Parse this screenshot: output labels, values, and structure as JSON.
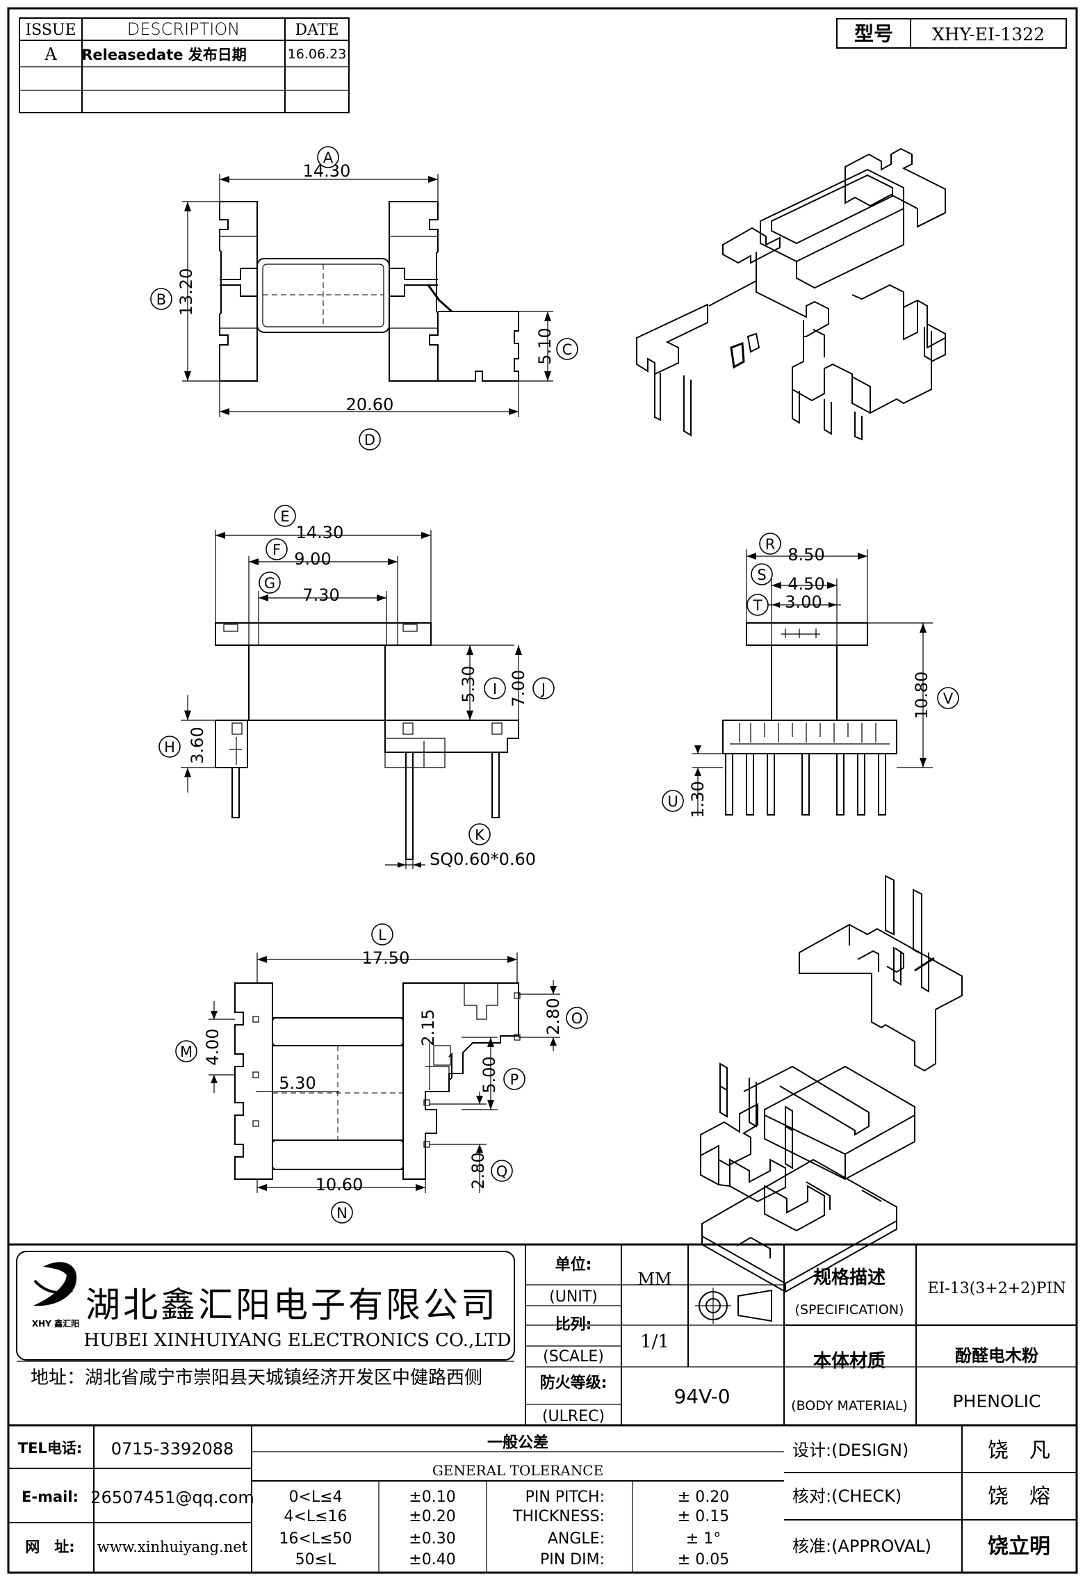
{
  "revision_table": {
    "headers": {
      "issue": "ISSUE",
      "description": "DESCRIPTION",
      "date": "DATE"
    },
    "rows": [
      {
        "issue": "A",
        "description": "Releasedate 发布日期",
        "date": "16.06.23"
      }
    ]
  },
  "model": {
    "label": "型号",
    "value": "XHY-EI-1322"
  },
  "views": {
    "top": {
      "dims": {
        "A": "14.30",
        "B": "13.20",
        "C": "5.10",
        "D": "20.60"
      },
      "markers": {
        "A": "A",
        "B": "B",
        "C": "C",
        "D": "D"
      }
    },
    "front": {
      "dims": {
        "E": "14.30",
        "F": "9.00",
        "G": "7.30",
        "H": "3.60",
        "I": "5.30",
        "J": "7.00",
        "K": "SQ0.60*0.60"
      },
      "markers": {
        "E": "E",
        "F": "F",
        "G": "G",
        "H": "H",
        "I": "I",
        "J": "J",
        "K": "K"
      }
    },
    "side": {
      "dims": {
        "R": "8.50",
        "S": "4.50",
        "T": "3.00",
        "U": "1.30",
        "V": "10.80"
      },
      "markers": {
        "R": "R",
        "S": "S",
        "T": "T",
        "U": "U",
        "V": "V"
      }
    },
    "bottom": {
      "dims": {
        "L": "17.50",
        "M": "4.00",
        "mid": "5.30",
        "tab": "2.15",
        "N": "10.60",
        "O": "2.80",
        "P": "5.00",
        "Q": "2.80"
      },
      "markers": {
        "L": "L",
        "M": "M",
        "N": "N",
        "O": "O",
        "P": "P",
        "Q": "Q"
      }
    }
  },
  "company": {
    "name_cn": "湖北鑫汇阳电子有限公司",
    "name_en": "HUBEI XINHUIYANG ELECTRONICS CO.,LTD",
    "address": "地址：湖北省咸宁市崇阳县天城镇经济开发区中健路西侧",
    "logo_text": "XHY 鑫汇阳",
    "tel_label": "TEL电话:",
    "tel": "0715-3392088",
    "email_label": "E-mail:",
    "email": "26507451@qq.com",
    "web_label": "网　址:",
    "web": "www.xinhuiyang.net"
  },
  "specs": {
    "unit_label_cn": "单位:",
    "unit_label_en": "(UNIT)",
    "unit": "MM",
    "scale_label_cn": "比列:",
    "scale_label_en": "(SCALE)",
    "scale": "1/1",
    "ulrec_label_cn": "防火等级:",
    "ulrec_label_en": "(ULREC)",
    "ulrec": "94V-0",
    "spec_label_cn": "规格描述",
    "spec_label_en": "(SPECIFICATION)",
    "spec": "EI-13(3+2+2)PIN",
    "material_label_cn": "本体材质",
    "material_label_en": "(BODY MATERIAL)",
    "material_cn": "酚醛电木粉",
    "material_en": "PHENOLIC"
  },
  "tolerance": {
    "title_cn": "一般公差",
    "title_en": "GENERAL TOLERANCE",
    "ranges": [
      {
        "range": "0<L≤4",
        "tol": "±0.10"
      },
      {
        "range": "4<L≤16",
        "tol": "±0.20"
      },
      {
        "range": "16<L≤50",
        "tol": "±0.30"
      },
      {
        "range": "50≤L",
        "tol": "±0.40"
      }
    ],
    "items": [
      {
        "name": "PIN PITCH:",
        "tol": "± 0.20"
      },
      {
        "name": "THICKNESS:",
        "tol": "± 0.15"
      },
      {
        "name": "ANGLE:",
        "tol": "± 1°"
      },
      {
        "name": "PIN DIM:",
        "tol": "± 0.05"
      }
    ]
  },
  "signoff": {
    "design_label": "设计:(DESIGN)",
    "design": "饶　凡",
    "check_label": "核对:(CHECK)",
    "check": "饶　熔",
    "approval_label": "核准:(APPROVAL)",
    "approval": "饶立明"
  }
}
